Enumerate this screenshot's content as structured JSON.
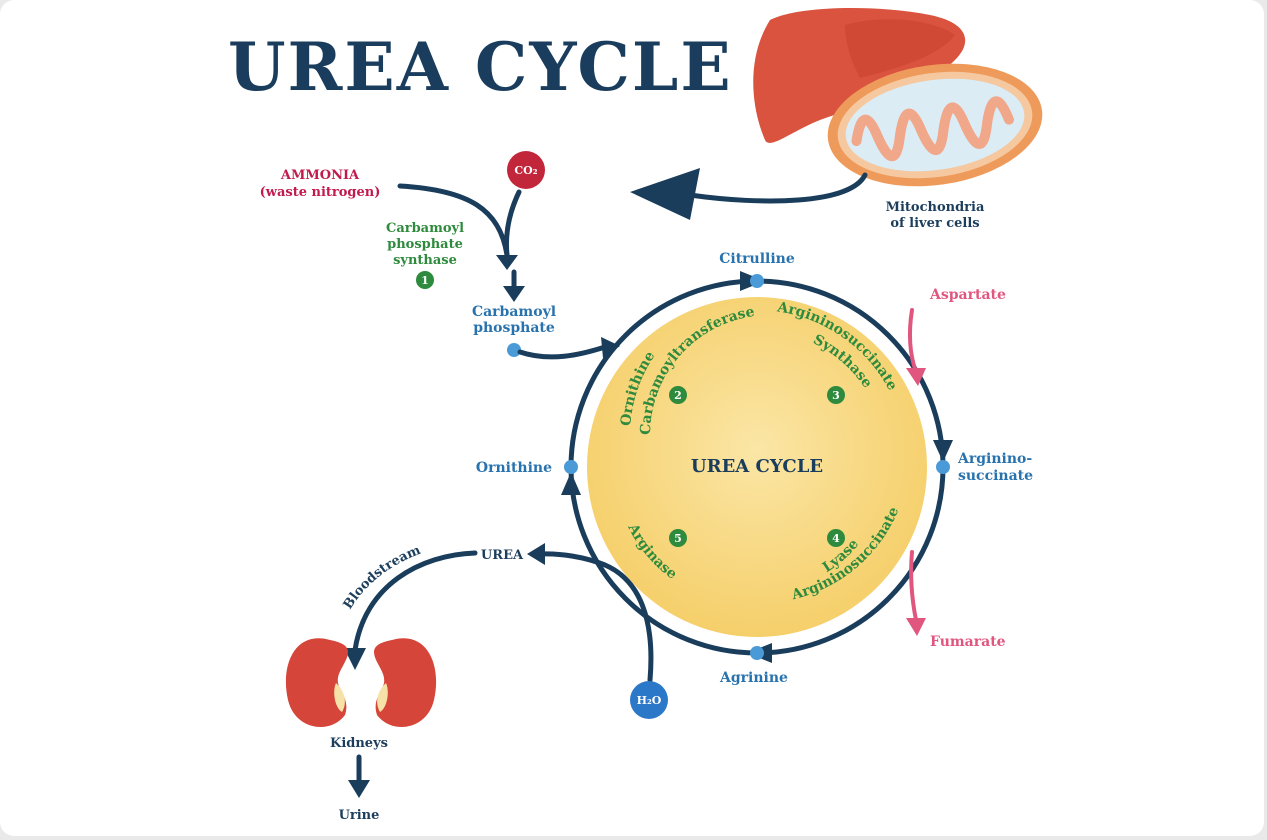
{
  "title": "UREA CYCLE",
  "center_label": "UREA CYCLE",
  "inputs": {
    "ammonia_line1": "AMMONIA",
    "ammonia_line2": "(waste nitrogen)",
    "co2": "CO₂",
    "h2o": "H₂O"
  },
  "enzyme1": {
    "line1": "Carbamoyl",
    "line2": "phosphate",
    "line3": "synthase",
    "number": "1"
  },
  "intermediates": {
    "carbamoyl_line1": "Carbamoyl",
    "carbamoyl_line2": "phosphate",
    "citrulline": "Citrulline",
    "argininosuccinate_line1": "Arginino-",
    "argininosuccinate_line2": "succinate",
    "arginine": "Agrinine",
    "ornithine": "Ornithine",
    "urea": "UREA"
  },
  "side_products": {
    "aspartate": "Aspartate",
    "fumarate": "Fumarate"
  },
  "enzymes": {
    "e2_line1": "Ornithine",
    "e2_line2": "Carbamoyltransferase",
    "e2_number": "2",
    "e3_line1": "Argininosuccinate",
    "e3_line2": "Synthase",
    "e3_number": "3",
    "e4_line1": "Argininosuccinate",
    "e4_line2": "Lyase",
    "e4_number": "4",
    "e5_line1": "Arginase",
    "e5_number": "5"
  },
  "organs": {
    "mito_line1": "Mitochondria",
    "mito_line2": "of liver cells",
    "bloodstream": "Bloodstream",
    "kidneys": "Kidneys",
    "urine": "Urine"
  },
  "colors": {
    "navy": "#1a3d5c",
    "blue_label": "#2872ad",
    "green_label": "#2e8a3c",
    "pink": "#e0567f",
    "circle_fill": "#f8d77f",
    "liver": "#d9533f",
    "kidney": "#d6453a"
  }
}
